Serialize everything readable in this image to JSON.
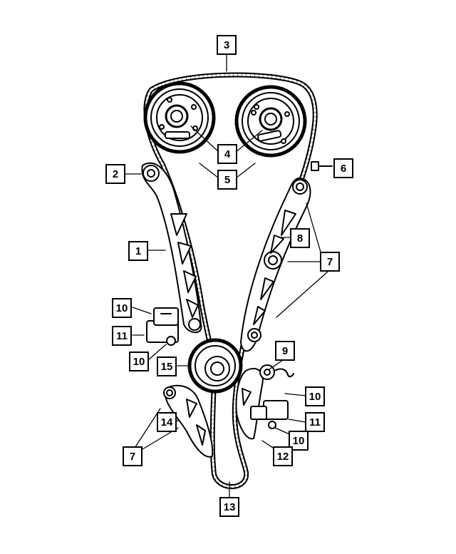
{
  "diagram": {
    "callouts": {
      "c1": "1",
      "c2": "2",
      "c3": "3",
      "c4": "4",
      "c5": "5",
      "c6": "6",
      "c7a": "7",
      "c7b": "7",
      "c8": "8",
      "c9": "9",
      "c10a": "10",
      "c10b": "10",
      "c10c": "10",
      "c10d": "10",
      "c11a": "11",
      "c11b": "11",
      "c12": "12",
      "c13": "13",
      "c14": "14",
      "c15": "15"
    },
    "colors": {
      "ink": "#000000",
      "paper": "#ffffff"
    }
  }
}
